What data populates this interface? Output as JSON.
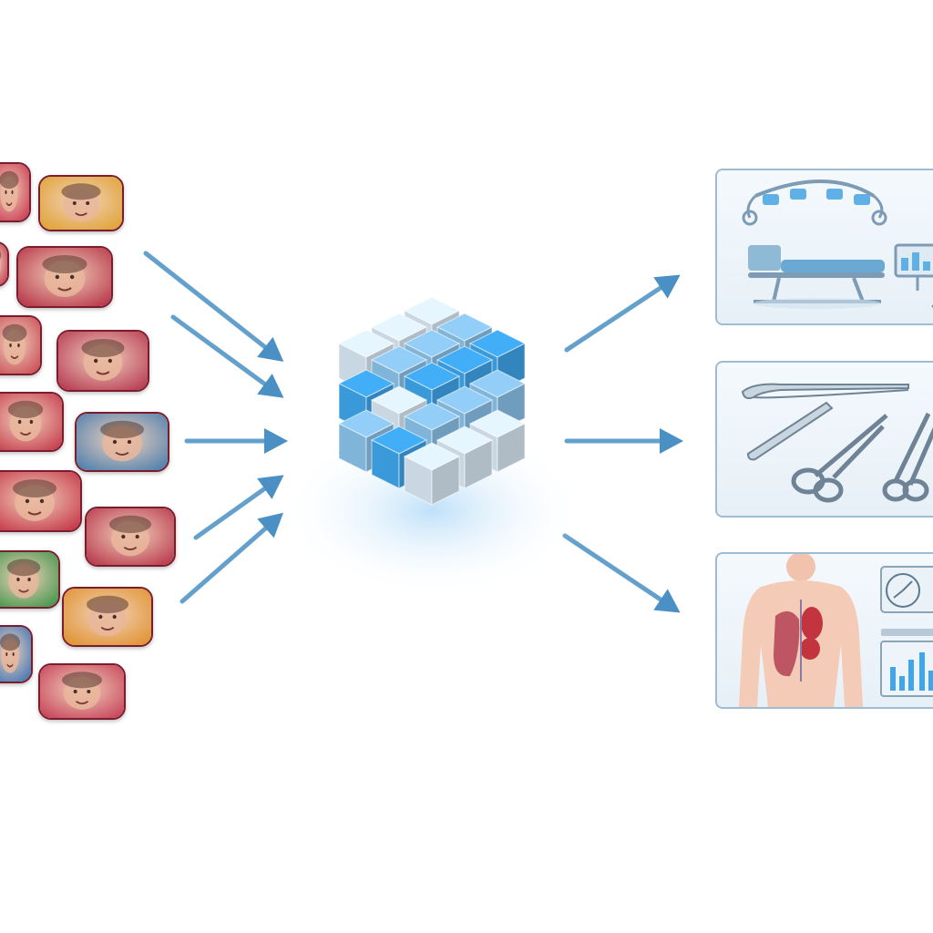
{
  "colors": {
    "arrow": "#4a90c4",
    "cube_light": "#dbeaf6",
    "cube_mid": "#8cc4ec",
    "cube_bright": "#3fa6ec",
    "panel_border": "#9fbcd3",
    "thumb_border": "#7a1d2e"
  },
  "inputs": {
    "thumbnails": [
      {
        "name": "face-thumb-1",
        "color": "#c8384f"
      },
      {
        "name": "face-thumb-2",
        "color": "#e0a233"
      },
      {
        "name": "face-thumb-3",
        "color": "#c0394f"
      },
      {
        "name": "face-thumb-4",
        "color": "#b73648"
      },
      {
        "name": "face-thumb-5",
        "color": "#c84a55"
      },
      {
        "name": "face-thumb-6",
        "color": "#b63a52"
      },
      {
        "name": "face-thumb-7",
        "color": "#c43a4b"
      },
      {
        "name": "face-thumb-8",
        "color": "#4d7fae"
      },
      {
        "name": "face-thumb-9",
        "color": "#c43547"
      },
      {
        "name": "face-thumb-10",
        "color": "#b8384c"
      },
      {
        "name": "face-thumb-11",
        "color": "#3f9448"
      },
      {
        "name": "face-thumb-12",
        "color": "#e0922e"
      },
      {
        "name": "face-thumb-13",
        "color": "#3d74b4"
      },
      {
        "name": "face-thumb-14",
        "color": "#c64258"
      },
      {
        "name": "face-thumb-15",
        "color": "#b83a4e"
      }
    ]
  },
  "outputs": {
    "panels": [
      {
        "name": "operating-room-panel",
        "icon": "operating-table-icon"
      },
      {
        "name": "surgical-instruments-panel",
        "icon": "scissors-icon"
      },
      {
        "name": "anatomy-analytics-panel",
        "icon": "anatomy-icon"
      }
    ]
  }
}
